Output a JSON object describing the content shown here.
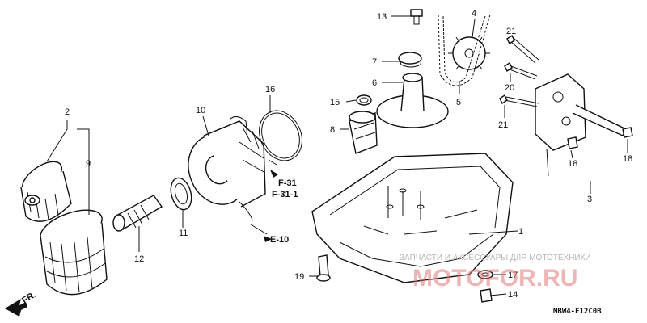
{
  "callouts": [
    {
      "id": "c1",
      "text": "1"
    },
    {
      "id": "c2",
      "text": "2"
    },
    {
      "id": "c3",
      "text": "3"
    },
    {
      "id": "c4",
      "text": "4"
    },
    {
      "id": "c5",
      "text": "5"
    },
    {
      "id": "c6",
      "text": "6"
    },
    {
      "id": "c7",
      "text": "7"
    },
    {
      "id": "c8",
      "text": "8"
    },
    {
      "id": "c9",
      "text": "9"
    },
    {
      "id": "c10",
      "text": "10"
    },
    {
      "id": "c11",
      "text": "11"
    },
    {
      "id": "c12",
      "text": "12"
    },
    {
      "id": "c13",
      "text": "13"
    },
    {
      "id": "c14",
      "text": "14"
    },
    {
      "id": "c15",
      "text": "15"
    },
    {
      "id": "c16",
      "text": "16"
    },
    {
      "id": "c17",
      "text": "17"
    },
    {
      "id": "c18a",
      "text": "18"
    },
    {
      "id": "c18b",
      "text": "18"
    },
    {
      "id": "c19",
      "text": "19"
    },
    {
      "id": "c20",
      "text": "20"
    },
    {
      "id": "c21a",
      "text": "21"
    },
    {
      "id": "c21b",
      "text": "21"
    }
  ],
  "references": {
    "f31": "F-31",
    "f311": "F-31-1",
    "e10": "E-10",
    "fr": "FR."
  },
  "diagram_code": "MBW4-E12C0B",
  "watermark": {
    "line1": "ЗАПЧАСТИ И АКСЕССУАРЫ ДЛЯ МОТОТЕХНИКИ",
    "line2": "MOTOFOR.RU"
  }
}
